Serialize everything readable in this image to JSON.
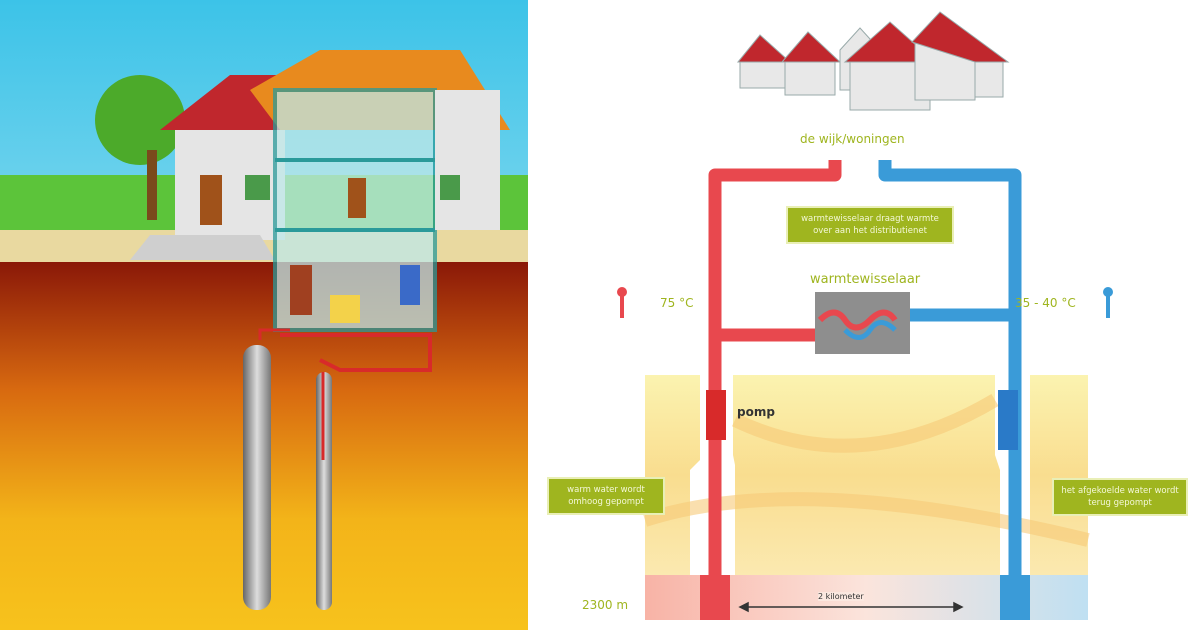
{
  "labels": {
    "district": "de wijk/woningen",
    "exchanger_note": "warmtewisselaar draagt warmte over aan het distributienet",
    "exchanger": "warmtewisselaar",
    "hot_temp": "75 °C",
    "cold_temp": "35 - 40 °C",
    "pump": "pomp",
    "hot_note": "warm water wordt omhoog gepompt",
    "cold_note": "het afgekoelde water wordt terug gepompt",
    "depth": "2300 m",
    "distance": "2 kilometer"
  },
  "colors": {
    "hot": "#e8484e",
    "cold": "#3a9bd8",
    "accent": "#9fb51f"
  }
}
